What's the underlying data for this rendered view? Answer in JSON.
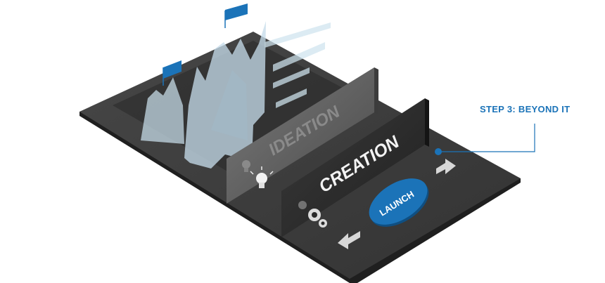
{
  "colors": {
    "accent": "#1b73b8",
    "board_top": "#3b3b3b",
    "board_side": "#262626",
    "panel_dark": "#2d2d2d",
    "panel_gray": "#6a6a6a",
    "glass": "#cfe4ef"
  },
  "callout": {
    "label": "STEP 3: BEYOND IT"
  },
  "panels": {
    "ideation": {
      "label": "IDEATION",
      "icon": "lightbulb-icon"
    },
    "creation": {
      "label": "CREATION",
      "icon": "gears-icon"
    }
  },
  "launch_button": {
    "label": "LAUNCH"
  },
  "arrows": {
    "left": "arrow-left-icon",
    "right": "arrow-right-icon"
  },
  "chart_icon": "area-chart-icon",
  "flags": [
    "flag-icon",
    "flag-icon"
  ]
}
